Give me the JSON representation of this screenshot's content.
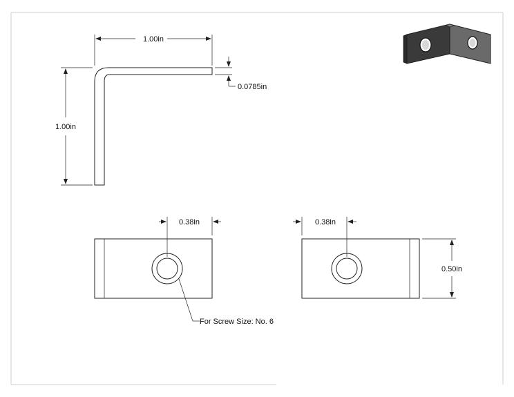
{
  "side_view": {
    "width_label": "1.00in",
    "height_label": "1.00in",
    "thickness_label": "0.0785in"
  },
  "bottom_left_view": {
    "hole_offset_label": "0.38in",
    "screw_note": "For Screw Size: No. 6"
  },
  "bottom_right_view": {
    "hole_offset_label": "0.38in",
    "height_label": "0.50in"
  },
  "colors": {
    "line": "#222222",
    "border": "#cccccc",
    "iso_dark": "#3a3a3a",
    "iso_light": "#6a6a6a"
  }
}
